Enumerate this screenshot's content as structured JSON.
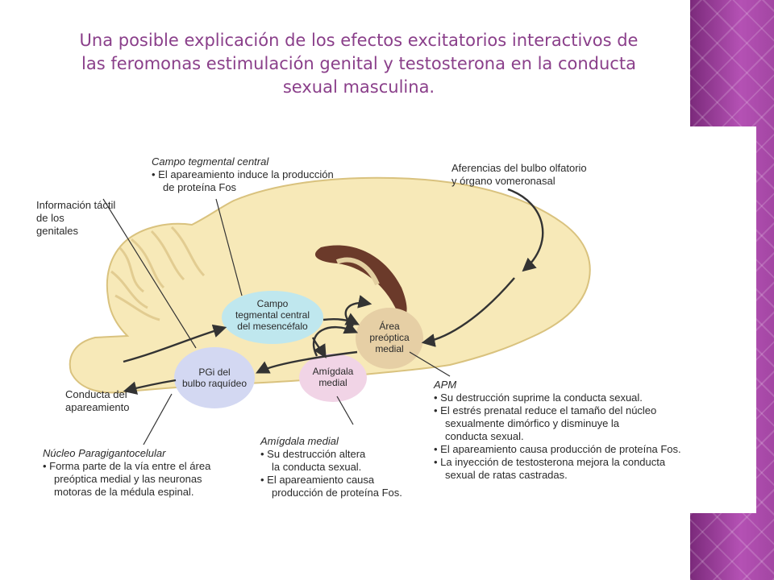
{
  "slide": {
    "title": "Una posible explicación de los efectos excitatorios interactivos de las feromonas estimulación genital y testosterona en la conducta sexual masculina."
  },
  "figure": {
    "campo_label": {
      "title": "Campo tegmental central",
      "items": [
        "• El apareamiento induce la producción",
        "  de proteína Fos"
      ]
    },
    "aferencias_label": [
      "Aferencias del bulbo olfatorio",
      "y órgano vomeronasal"
    ],
    "tactil_label": [
      "Información táctil",
      "de los",
      "genitales"
    ],
    "conducta_label": [
      "Conducta del",
      "apareamiento"
    ],
    "nucleo_label": {
      "title": "Núcleo Paragigantocelular",
      "items": [
        "• Forma parte de la vía entre el área",
        "  preóptica medial y las neuronas",
        "  motoras de la médula espinal."
      ]
    },
    "amigdala_label": {
      "title": "Amígdala medial",
      "items": [
        "• Su destrucción altera",
        "  la conducta sexual.",
        "• El apareamiento causa",
        "  producción de proteína Fos."
      ]
    },
    "apm_label": {
      "title": "APM",
      "items": [
        "• Su destrucción suprime la conducta sexual.",
        "• El estrés prenatal reduce el tamaño del núcleo",
        "  sexualmente dimórfico y disminuye la",
        "  conducta sexual.",
        "• El apareamiento causa producción de proteína Fos.",
        "• La inyección de testosterona mejora la conducta",
        "  sexual de ratas castradas."
      ]
    },
    "nodes": {
      "campo": [
        "Campo",
        "tegmental central",
        "del mesencéfalo"
      ],
      "area": [
        "Área",
        "preóptica",
        "medial"
      ],
      "amigdala": [
        "Amígdala",
        "medial"
      ],
      "pgi": [
        "PGi del",
        "bulbo raquídeo"
      ]
    },
    "colors": {
      "brain_fill": "#f7e9b8",
      "brain_edge": "#d9c27e",
      "campo_node": "#bfe7ee",
      "area_node": "#e6cfa5",
      "amigdala_node": "#f1d4e6",
      "pgi_node": "#d3d8f2",
      "arrow": "#333333",
      "title": "#8a3f8a",
      "band": "#9c3d9c"
    }
  }
}
